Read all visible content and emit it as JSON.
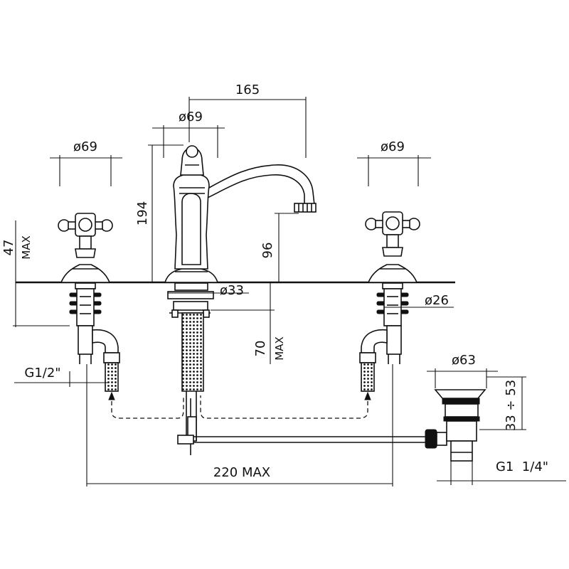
{
  "dimensions": {
    "spout_reach": "165",
    "spout_base_diameter": "ø69",
    "left_handle_diameter": "ø69",
    "right_handle_diameter": "ø69",
    "spout_height": "194",
    "handle_height": "47",
    "handle_height_max": "MAX",
    "outlet_height": "96",
    "spout_shank_diameter": "ø33",
    "valve_shank_diameter": "ø26",
    "shank_length": "70",
    "shank_length_max": "MAX",
    "inlet_thread": "G1/2\"",
    "waste_diameter": "ø63",
    "waste_range": "33 ÷ 53",
    "overall_width": "220 MAX",
    "waste_thread": "G1  1/4\""
  }
}
